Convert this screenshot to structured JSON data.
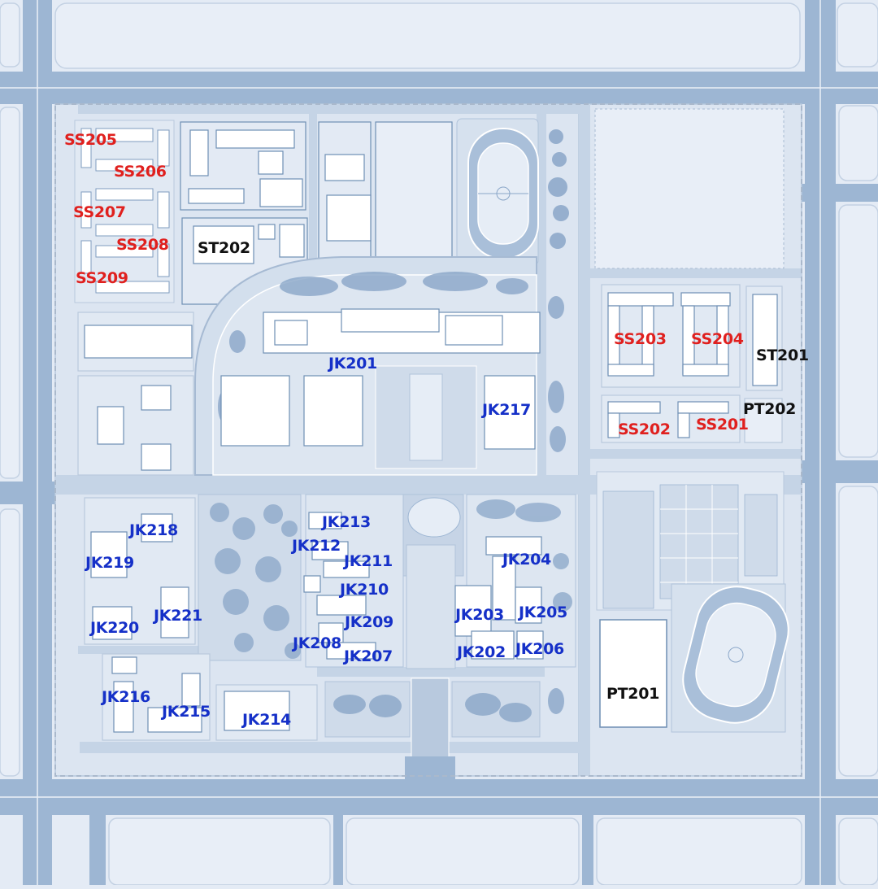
{
  "colors": {
    "road": "#9db6d3",
    "road_edge": "#c9d7e8",
    "block_bg": "#e4ebf5",
    "campus_ground": "#dfe7f2",
    "building": "#ffffff",
    "building_shadow": "#6f8fb4",
    "tree": "#8aa6c8",
    "tree_dark": "#6e8db2",
    "label_dormitory": "#e0201e",
    "label_teaching": "#1530c8",
    "label_other": "#111111"
  },
  "labels": {
    "ss205": "SS205",
    "ss206": "SS206",
    "ss207": "SS207",
    "ss208": "SS208",
    "ss209": "SS209",
    "st202": "ST202",
    "ss203": "SS203",
    "ss204": "SS204",
    "st201": "ST201",
    "ss202": "SS202",
    "ss201": "SS201",
    "pt202": "PT202",
    "jk201": "JK201",
    "jk217": "JK217",
    "jk213": "JK213",
    "jk212": "JK212",
    "jk211": "JK211",
    "jk210": "JK210",
    "jk209": "JK209",
    "jk208": "JK208",
    "jk207": "JK207",
    "jk204": "JK204",
    "jk203": "JK203",
    "jk205": "JK205",
    "jk202": "JK202",
    "jk206": "JK206",
    "jk218": "JK218",
    "jk219": "JK219",
    "jk220": "JK220",
    "jk221": "JK221",
    "jk216": "JK216",
    "jk215": "JK215",
    "jk214": "JK214",
    "pt201": "PT201"
  }
}
